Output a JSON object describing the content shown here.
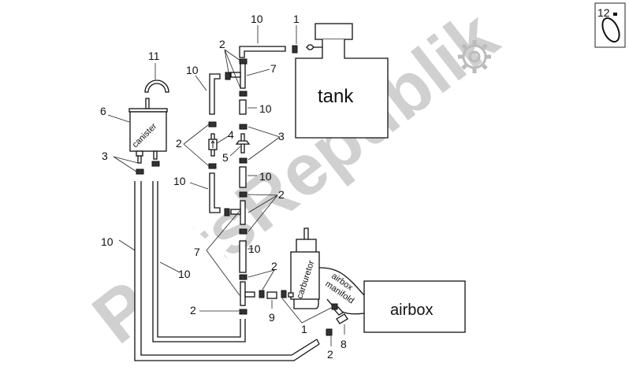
{
  "watermark": "PartsRepublik",
  "components": {
    "tank": "tank",
    "airbox": "airbox",
    "canister": "canister",
    "carburetor": "carburetor",
    "airbox_manifold_1": "airbox",
    "airbox_manifold_2": "manifold"
  },
  "callouts": {
    "c10a": "10",
    "c1a": "1",
    "c12": "12",
    "c11": "11",
    "c10b": "10",
    "c2a": "2",
    "c7a": "7",
    "c6": "6",
    "c10c": "10",
    "c4": "4",
    "c3a": "3",
    "c2b": "2",
    "c5": "5",
    "c3b": "3",
    "c10d": "10",
    "c10e": "10",
    "c2c": "2",
    "c7b": "7",
    "c10f": "10",
    "c10g": "10",
    "c10h": "10",
    "c2d": "2",
    "c2e": "2",
    "c9": "9",
    "c1b": "1",
    "c8": "8",
    "c2f": "2"
  },
  "icons": {
    "gear": "gear-icon",
    "clamp": "hose-clamp-icon"
  }
}
